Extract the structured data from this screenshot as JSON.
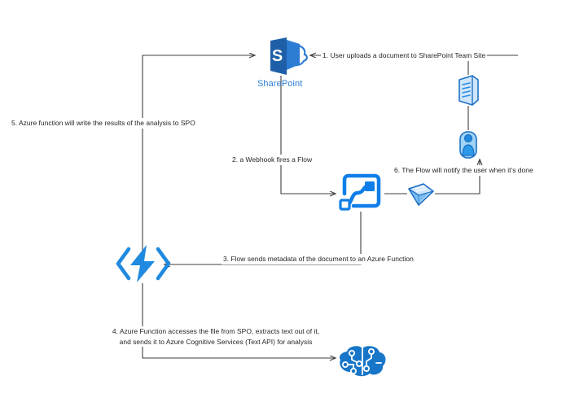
{
  "diagram": {
    "title": "SharePoint Flow Azure Function Cognitive Services workflow",
    "colors": {
      "azure_blue": "#1f8ae0",
      "sharepoint_blue": "#2c7cd4",
      "flow_blue": "#0f7ee8",
      "line": "#3f3f3f",
      "text": "#262626"
    },
    "nodes": [
      {
        "id": "sharepoint",
        "name": "sharepoint-icon",
        "caption": "SharePoint"
      },
      {
        "id": "flow",
        "name": "microsoft-flow-icon",
        "caption": ""
      },
      {
        "id": "azure-function",
        "name": "azure-function-icon",
        "caption": ""
      },
      {
        "id": "cognitive-services",
        "name": "azure-cognitive-services-icon",
        "caption": ""
      },
      {
        "id": "document",
        "name": "document-icon",
        "caption": ""
      },
      {
        "id": "user",
        "name": "user-icon",
        "caption": ""
      },
      {
        "id": "email",
        "name": "email-icon",
        "caption": ""
      }
    ],
    "steps": [
      {
        "number": "1",
        "text": "1. User uploads a document to SharePoint Team Site"
      },
      {
        "number": "2",
        "text": "2. a Webhook fires a Flow"
      },
      {
        "number": "3",
        "text": "3. Flow sends metadata of the document to an Azure Function"
      },
      {
        "number": "4",
        "text_line_1": "4. Azure Function accesses the file from SPO, extracts text out of it,",
        "text_line_2": "and sends it to Azure Cognitive Services (Text API) for analysis"
      },
      {
        "number": "5",
        "text": "5. Azure function will write the results of the analysis to SPO"
      },
      {
        "number": "6",
        "text": "6. The Flow will notify the user when it’s done"
      }
    ]
  }
}
